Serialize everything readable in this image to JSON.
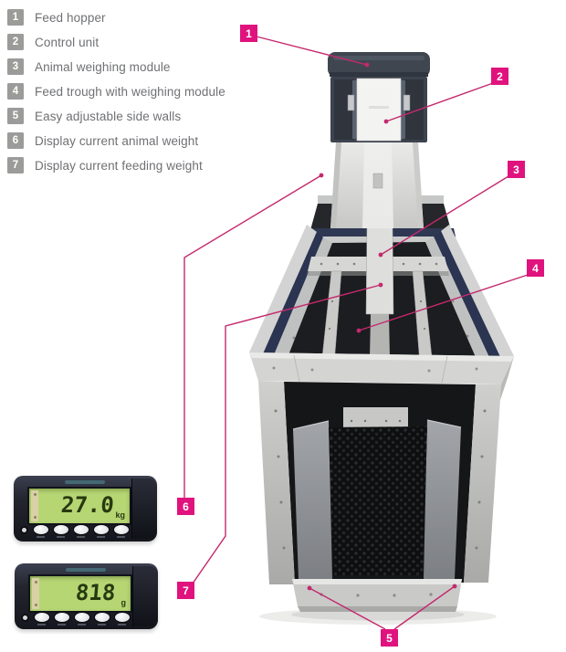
{
  "legend": {
    "items": [
      {
        "num": "1",
        "label": "Feed hopper"
      },
      {
        "num": "2",
        "label": "Control unit"
      },
      {
        "num": "3",
        "label": "Animal weighing module"
      },
      {
        "num": "4",
        "label": "Feed trough with weighing module"
      },
      {
        "num": "5",
        "label": "Easy adjustable side walls"
      },
      {
        "num": "6",
        "label": "Display current animal weight"
      },
      {
        "num": "7",
        "label": "Display current feeding weight"
      }
    ]
  },
  "callouts": [
    "1",
    "2",
    "3",
    "4",
    "5",
    "6",
    "7"
  ],
  "displays": [
    {
      "value": "27.0",
      "unit": "kg"
    },
    {
      "value": "818",
      "unit": "g"
    }
  ],
  "colors": {
    "accent_magenta": "#e0137e",
    "callout_line": "#c4296d",
    "legend_square_gray": "#9b9b99",
    "legend_text_gray": "#6f7073",
    "lcd_green": "#b6d674",
    "device_body_dark": "#23252f",
    "frame_navy": "#2b3450"
  }
}
